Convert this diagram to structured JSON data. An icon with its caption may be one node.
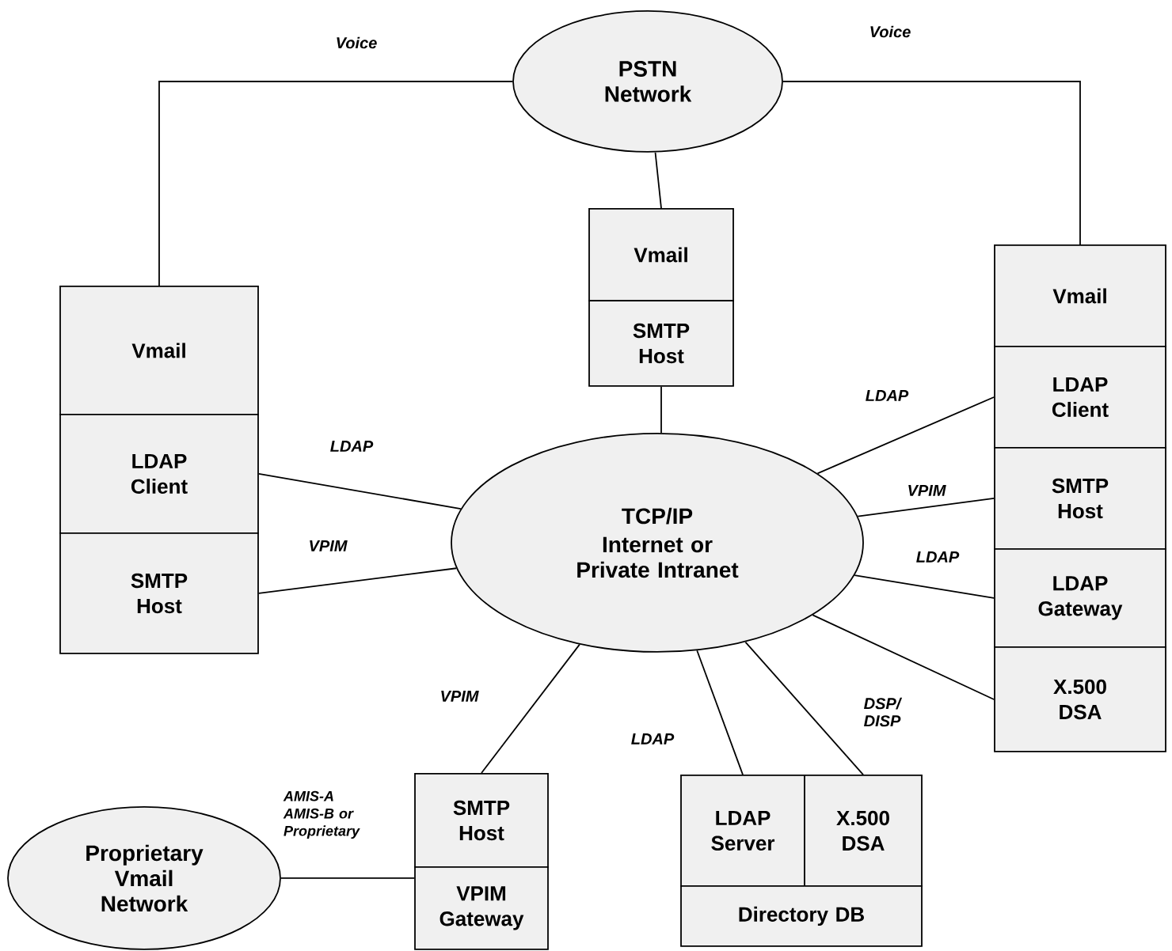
{
  "diagram": {
    "nodes": [
      {
        "text": [
          "PSTN Network"
        ]
      },
      {
        "text": [
          "Vmail"
        ]
      },
      {
        "text": [
          "SMTP Host"
        ]
      },
      {
        "text": [
          "Vmail"
        ]
      },
      {
        "text": [
          "LDAP Client"
        ]
      },
      {
        "text": [
          "SMTP Host"
        ]
      },
      {
        "text": [
          "TCP/IP",
          "Internet or Private Intranet"
        ]
      },
      {
        "text": [
          "Vmail"
        ]
      },
      {
        "text": [
          "LDAP Client"
        ]
      },
      {
        "text": [
          "SMTP Host"
        ]
      },
      {
        "text": [
          "LDAP Gateway"
        ]
      },
      {
        "text": [
          "X.500 DSA"
        ]
      },
      {
        "text": [
          "SMTP Host"
        ]
      },
      {
        "text": [
          "VPIM Gateway"
        ]
      },
      {
        "text": [
          "LDAP Server"
        ]
      },
      {
        "text": [
          "X.500 DSA"
        ]
      },
      {
        "text": [
          "Directory DB"
        ]
      },
      {
        "text": [
          "Proprietary Vmail Network"
        ]
      }
    ],
    "edges": [
      {
        "from": 0,
        "to": 3,
        "arrow": "none",
        "label": "Voice"
      },
      {
        "from": 0,
        "to": 7,
        "arrow": "none",
        "label": "Voice"
      },
      {
        "from": 0,
        "to": 1,
        "arrow": "none"
      },
      {
        "from": 2,
        "to": 6,
        "arrow": "none"
      },
      {
        "from": 4,
        "to": 6,
        "arrow": "none",
        "label": "LDAP"
      },
      {
        "from": 5,
        "to": 6,
        "arrow": "none",
        "label": "VPIM"
      },
      {
        "from": 8,
        "to": 6,
        "arrow": "none",
        "label": "LDAP"
      },
      {
        "from": 9,
        "to": 6,
        "arrow": "none",
        "label": "VPIM"
      },
      {
        "from": 10,
        "to": 6,
        "arrow": "none",
        "label": "LDAP"
      },
      {
        "from": 11,
        "to": 6,
        "arrow": "none"
      },
      {
        "from": 12,
        "to": 6,
        "arrow": "none",
        "label": "VPIM"
      },
      {
        "from": 14,
        "to": 6,
        "arrow": "none",
        "label": "LDAP"
      },
      {
        "from": 15,
        "to": 6,
        "arrow": "none",
        "label": "DSP/ DISP"
      },
      {
        "from": 17,
        "to": 13,
        "arrow": "none",
        "label": "AMIS-A AMIS-B or Proprietary"
      }
    ]
  }
}
